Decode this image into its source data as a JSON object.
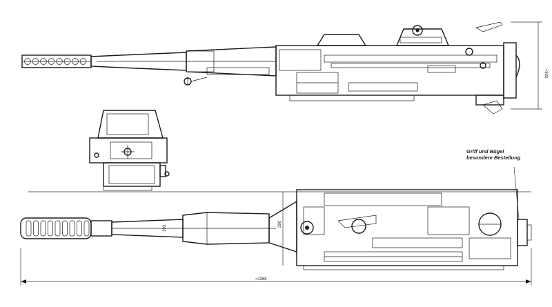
{
  "annotations": {
    "note_line1": "Griff und Bügel",
    "note_line2": "besondere Bestellung"
  },
  "dimensions": {
    "height_side": "≈302",
    "bore_label": "103",
    "muzzle_height": "390",
    "overall_length": "≈2365"
  },
  "colors": {
    "ink": "#1a1a1a",
    "paper": "#ffffff"
  }
}
